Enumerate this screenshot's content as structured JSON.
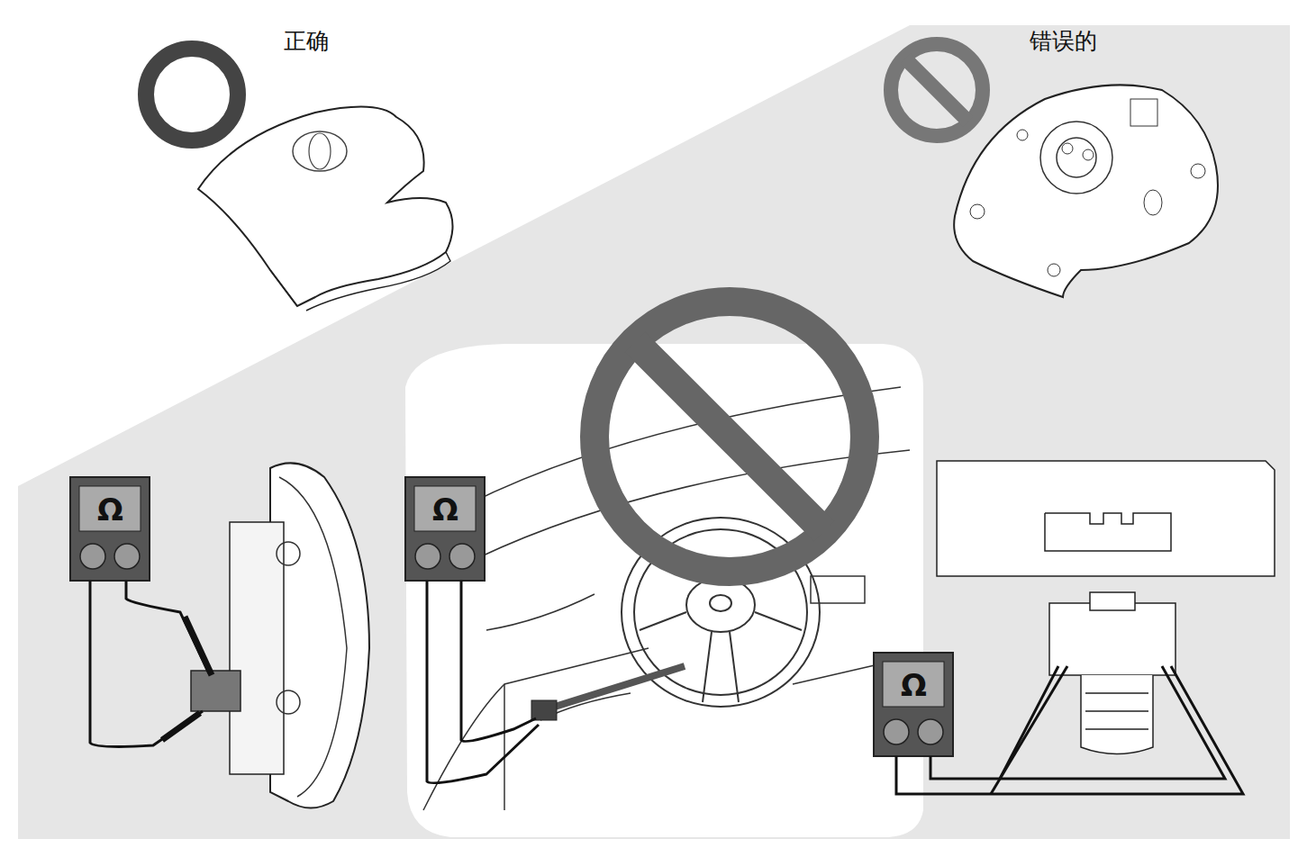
{
  "diagram": {
    "labels": [
      "正确",
      "错误的",
      "Ω",
      "Ω",
      "Ω"
    ]
  }
}
